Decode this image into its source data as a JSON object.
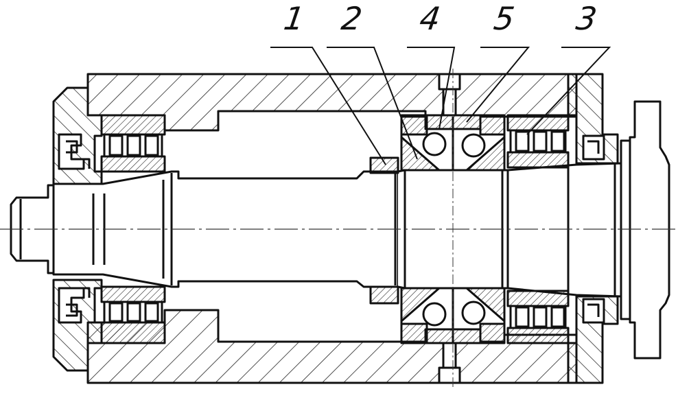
{
  "callouts": [
    {
      "label": "1"
    },
    {
      "label": "2"
    },
    {
      "label": "4"
    },
    {
      "label": "5"
    },
    {
      "label": "3"
    }
  ]
}
